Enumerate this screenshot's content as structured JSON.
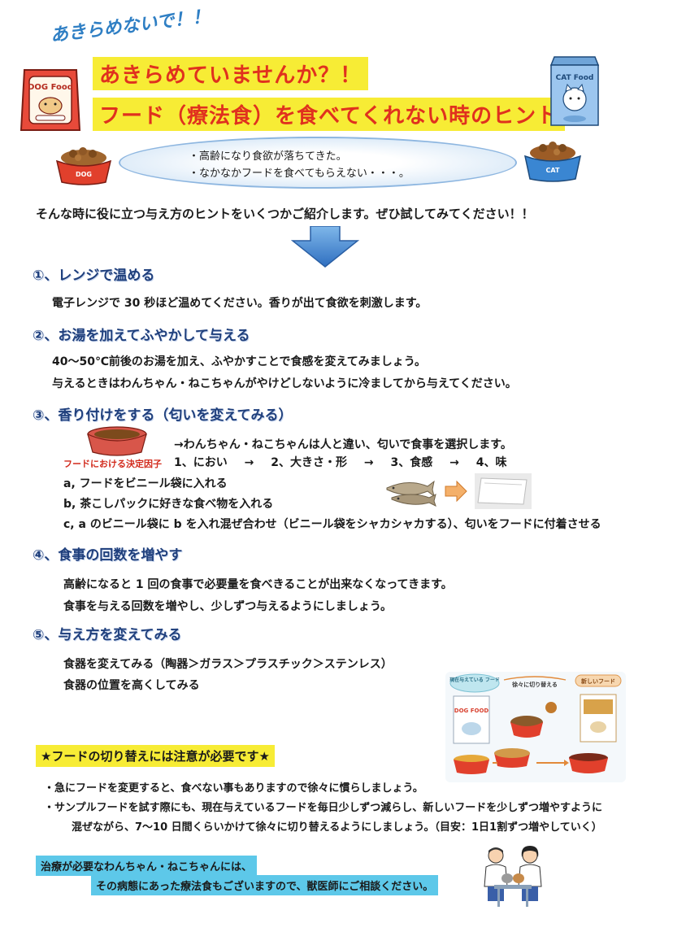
{
  "header": {
    "small_title": "あきらめないで！！",
    "title_line1": "あきらめていませんか？！",
    "title_line2": "フード（療法食）を食べてくれない時のヒント"
  },
  "icons": {
    "dog_bag_label": "DOG Food",
    "cat_box_label": "CAT Food",
    "dog_bowl_label": "DOG",
    "cat_bowl_label": "CAT"
  },
  "concerns": {
    "line1": "・高齢になり食欲が落ちてきた。",
    "line2": "・なかなかフードを食べてもらえない・・・。"
  },
  "intro": "そんな時に役に立つ与え方のヒントをいくつかご紹介します。ぜひ試してみてください！！",
  "sections": [
    {
      "heading": "①、レンジで温める",
      "lines": [
        "電子レンジで 30 秒ほど温めてください。香りが出て食欲を刺激します。"
      ]
    },
    {
      "heading": "②、お湯を加えてふやかして与える",
      "lines": [
        "40～50℃前後のお湯を加え、ふやかすことで食感を変えてみましょう。",
        "与えるときはわんちゃん・ねこちゃんがやけどしないように冷ましてから与えてください。"
      ]
    },
    {
      "heading": "③、香り付けをする（匂いを変えてみる）",
      "lines": [
        "→わんちゃん・ねこちゃんは人と違い、匂いで食事を選択します。",
        "a, フードをビニール袋に入れる",
        "b, 茶こしパックに好きな食べ物を入れる",
        "c, a のビニール袋に b を入れ混ぜ合わせ（ビニール袋をシャカシャカする）、匂いをフードに付着させる"
      ],
      "factor_label": "フードにおける決定因子",
      "factors": [
        "1、におい",
        "→",
        "2、大きさ・形",
        "→",
        "3、食感",
        "→",
        "4、味"
      ]
    },
    {
      "heading": "④、食事の回数を増やす",
      "lines": [
        "高齢になると 1 回の食事で必要量を食べきることが出来なくなってきます。",
        "食事を与える回数を増やし、少しずつ与えるようにしましょう。"
      ]
    },
    {
      "heading": "⑤、与え方を変えてみる",
      "lines": [
        "食器を変えてみる（陶器＞ガラス＞プラスチック＞ステンレス）",
        "食器の位置を高くしてみる"
      ]
    }
  ],
  "switch_chart": {
    "current_label": "現在与えている フード",
    "gradual_label": "徐々に切り替える",
    "new_label": "新しいフード",
    "bag_label": "DOG FOOD"
  },
  "note": {
    "heading": "★フードの切り替えには注意が必要です★",
    "line1": "・急にフードを変更すると、食べない事もありますので徐々に慣らしましょう。",
    "line2": "・サンプルフードを試す際にも、現在与えているフードを毎日少しずつ減らし、新しいフードを少しずつ増やすように",
    "line3": "混ぜながら、7～10 日間くらいかけて徐々に切り替えるようにしましょう。（目安：1日1割ずつ増やしていく）"
  },
  "footer": {
    "line1": "治療が必要なわんちゃん・ねこちゃんには、",
    "line2": "その病態にあった療法食もございますので、獣医師にご相談ください。"
  }
}
